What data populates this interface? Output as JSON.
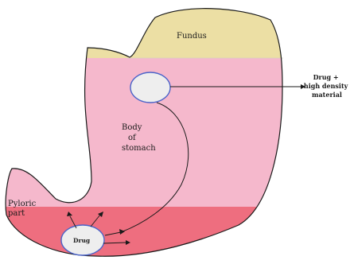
{
  "diagram": {
    "regions": {
      "fundus": {
        "label": "Fundus",
        "color": "#ecdfa4"
      },
      "body": {
        "label_lines": [
          "Body",
          "of",
          "stomach"
        ],
        "color": "#f5b8cc"
      },
      "pyloric": {
        "label_lines": [
          "Pyloric",
          "part"
        ],
        "color": "#ee6e7f"
      }
    },
    "outline_color": "#1a1a1a",
    "tablet_color": "#eeeeee",
    "tablet_outline": "#4a63c9",
    "floating_tablet": {
      "callout_lines": [
        "Drug +",
        "high density",
        "material"
      ]
    },
    "settled_tablet": {
      "label": "Drug"
    }
  }
}
